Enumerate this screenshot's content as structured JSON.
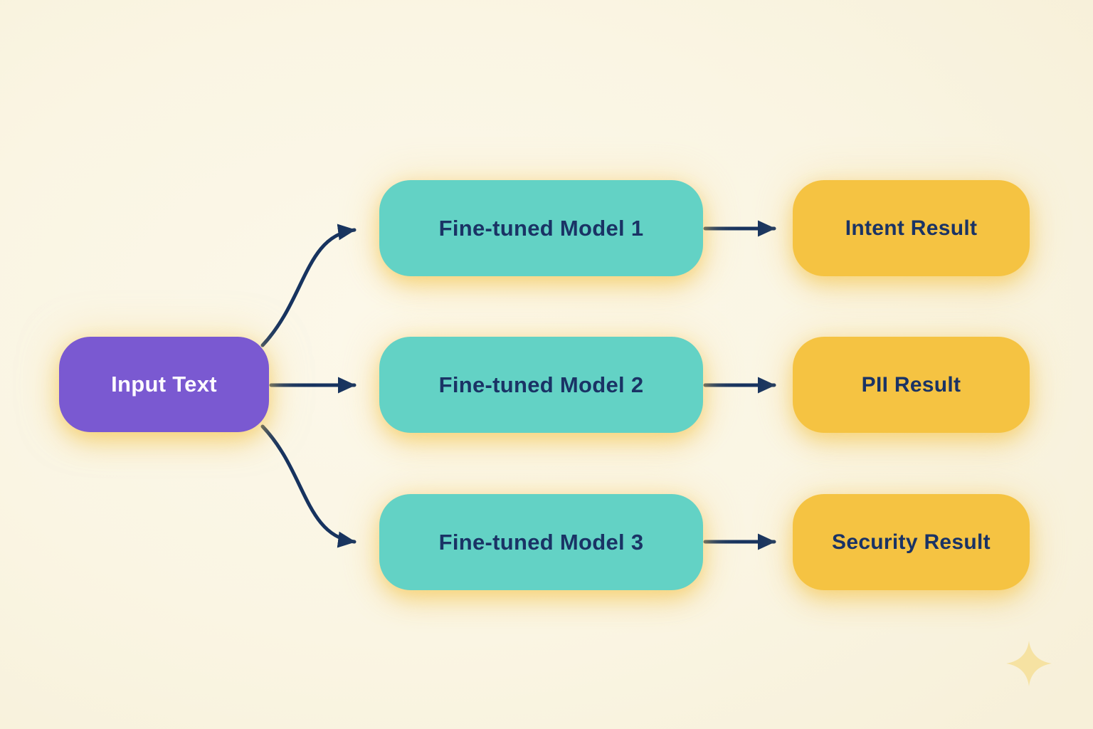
{
  "diagram": {
    "type": "flowchart",
    "nodes": {
      "input": {
        "label": "Input Text",
        "role": "source",
        "fill": "#7a59d1"
      },
      "model1": {
        "label": "Fine-tuned Model 1",
        "role": "process",
        "fill": "#63d2c5"
      },
      "model2": {
        "label": "Fine-tuned Model 2",
        "role": "process",
        "fill": "#63d2c5"
      },
      "model3": {
        "label": "Fine-tuned Model 3",
        "role": "process",
        "fill": "#63d2c5"
      },
      "result1": {
        "label": "Intent Result",
        "role": "output",
        "fill": "#f5c342"
      },
      "result2": {
        "label": "PII Result",
        "role": "output",
        "fill": "#f5c342"
      },
      "result3": {
        "label": "Security Result",
        "role": "output",
        "fill": "#f5c342"
      }
    },
    "edges": [
      {
        "from": "input",
        "to": "model1"
      },
      {
        "from": "input",
        "to": "model2"
      },
      {
        "from": "input",
        "to": "model3"
      },
      {
        "from": "model1",
        "to": "result1"
      },
      {
        "from": "model2",
        "to": "result2"
      },
      {
        "from": "model3",
        "to": "result3"
      }
    ],
    "colors": {
      "background": "#faf5e3",
      "input_fill": "#7a59d1",
      "model_fill": "#63d2c5",
      "result_fill": "#f5c342",
      "arrow": "#17335f",
      "text_dark": "#1a3365",
      "text_light": "#fdfbff",
      "sparkle": "#f6e2a2"
    },
    "decorations": {
      "sparkle_icon": "four-point-sparkle"
    }
  }
}
